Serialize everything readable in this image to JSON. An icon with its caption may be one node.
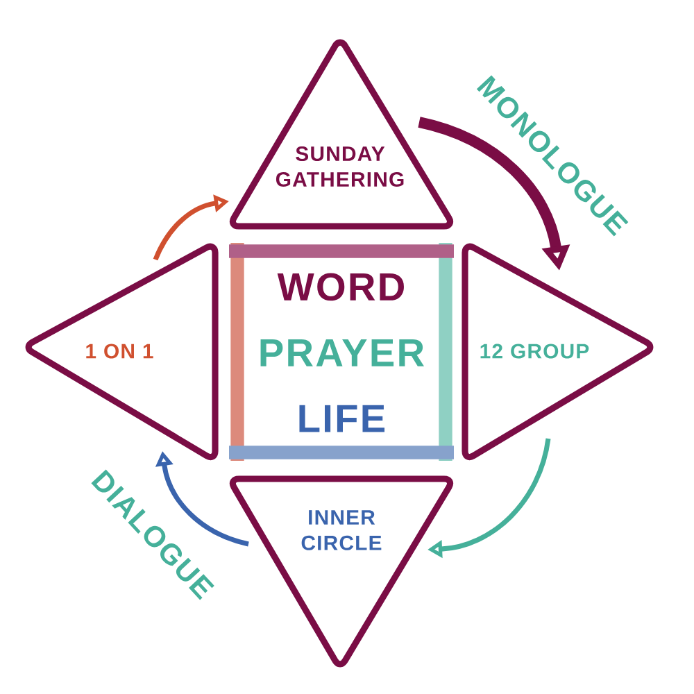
{
  "diagram": {
    "nodes": [
      {
        "text": [
          "WORD",
          "PRAYER",
          "LIFE"
        ]
      },
      {
        "text": [
          "SUNDAY GATHERING"
        ]
      },
      {
        "text": [
          "12 GROUP"
        ]
      },
      {
        "text": [
          "INNER CIRCLE"
        ]
      },
      {
        "text": [
          "1 ON 1"
        ]
      }
    ],
    "edges": [
      {
        "from": 4,
        "to": 1,
        "arrow": "to",
        "color": "#d0502f"
      },
      {
        "from": 1,
        "to": 2,
        "arrow": "to",
        "style": "thick",
        "color": "#7a0d45"
      },
      {
        "from": 2,
        "to": 3,
        "arrow": "to",
        "color": "#45b09a"
      },
      {
        "from": 3,
        "to": 4,
        "arrow": "to",
        "color": "#3a64ad"
      }
    ],
    "labels": [
      "MONOLOGUE",
      "DIALOGUE"
    ]
  }
}
